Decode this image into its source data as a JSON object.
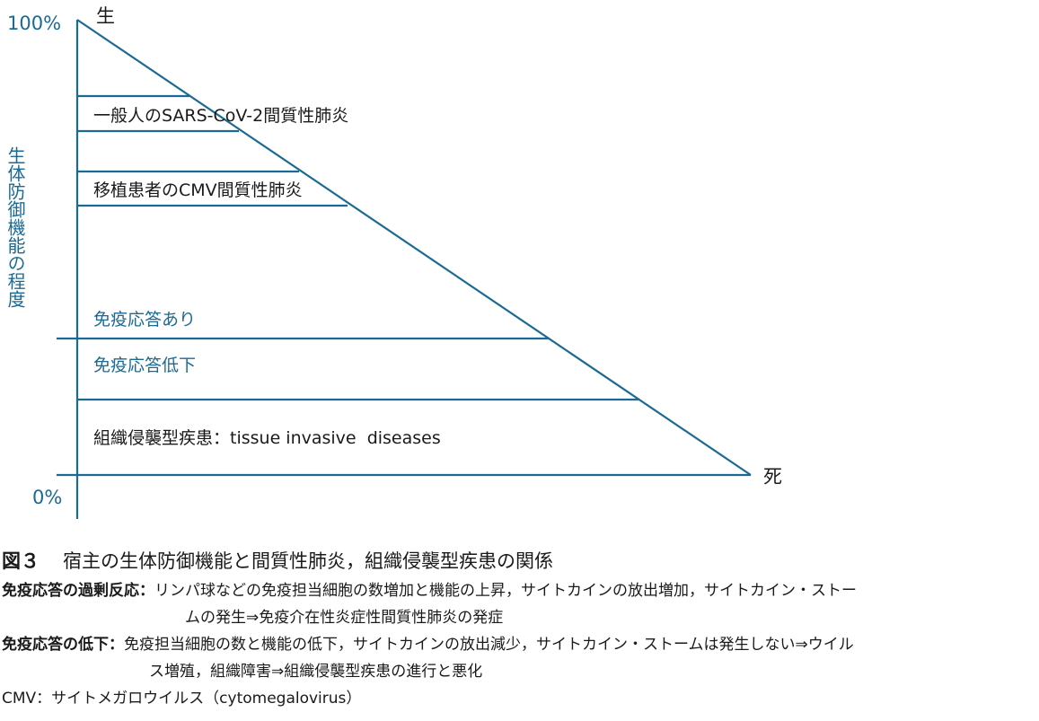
{
  "diagram": {
    "y_top_label": "100%",
    "y_bottom_label": "0%",
    "y_axis_title": "生体防御機能の程度",
    "top_label": "生",
    "right_label": "死",
    "band_labels": {
      "sars": "一般人のSARS-CoV-2間質性肺炎",
      "cmv": "移植患者のCMV間質性肺炎",
      "response_present": "免疫応答あり",
      "response_reduced": "免疫応答低下",
      "invasive": "組織侵襲型疾患：tissue invasive  diseases"
    },
    "colors": {
      "line": "#1b6a93",
      "blue_text": "#1b6a93",
      "text": "#1a1a1a"
    }
  },
  "caption": {
    "number": "図３",
    "title": "宿主の生体防御機能と間質性肺炎，組織侵襲型疾患の関係",
    "notes": [
      {
        "term": "免疫応答の過剰反応：",
        "line1": "リンパ球などの免疫担当細胞の数増加と機能の上昇，サイトカインの放出増加，サイトカイン・ストー",
        "line2": "ムの発生⇒免疫介在性炎症性間質性肺炎の発症"
      },
      {
        "term": "免疫応答の低下：",
        "line1": "免疫担当細胞の数と機能の低下，サイトカインの放出減少，サイトカイン・ストームは発生しない⇒ウイル",
        "line2": "ス増殖，組織障害⇒組織侵襲型疾患の進行と悪化"
      }
    ],
    "cmv_note": "CMV：サイトメガロウイルス（cytomegalovirus）"
  }
}
